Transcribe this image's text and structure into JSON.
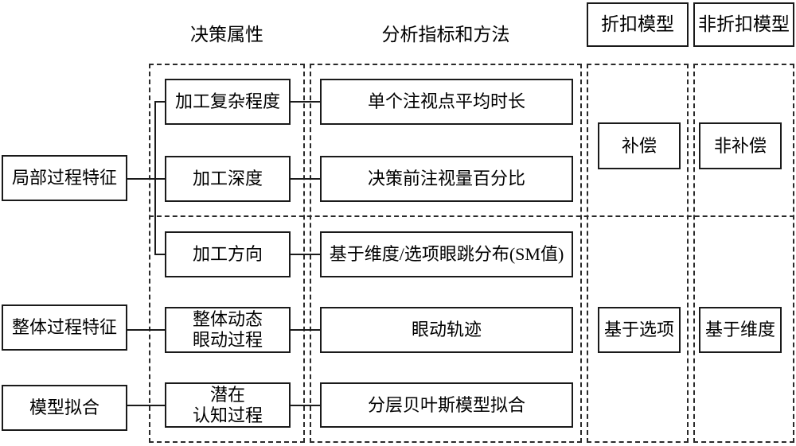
{
  "diagram": {
    "column_headers": {
      "decision_attributes": "决策属性",
      "analysis_methods": "分析指标和方法"
    },
    "model_headers": {
      "discount": "折扣模型",
      "non_discount": "非折扣模型"
    },
    "features": [
      "局部过程特征",
      "整体过程特征",
      "模型拟合"
    ],
    "attributes": [
      "加工复杂程度",
      "加工深度",
      "加工方向",
      "整体动态\n眼动过程",
      "潜在\n认知过程"
    ],
    "methods": [
      "单个注视点平均时长",
      "决策前注视量百分比",
      "基于维度/选项眼跳分布(SM值)",
      "眼动轨迹",
      "分层贝叶斯模型拟合"
    ],
    "model_cells": {
      "discount_row1": "补偿",
      "non_discount_row1": "非补偿",
      "discount_row2": "基于选项",
      "non_discount_row2": "基于维度"
    },
    "colors": {
      "line": "#1a1a1a",
      "background": "#ffffff",
      "text": "#000000"
    }
  }
}
